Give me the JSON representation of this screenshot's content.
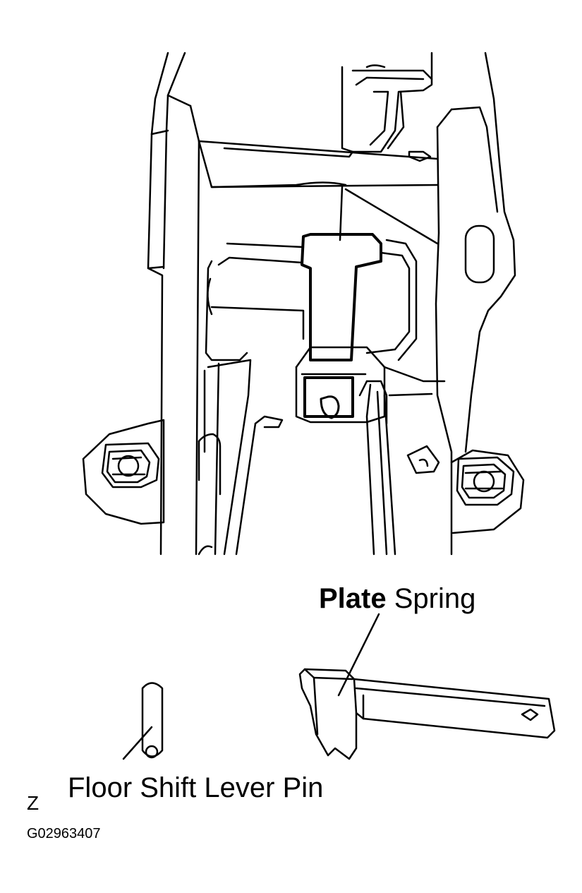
{
  "labels": {
    "plate_spring_bold": "Plate",
    "plate_spring_rest": " Spring",
    "floor_shift_lever_pin": "Floor Shift Lever Pin",
    "corner_mark": "Z",
    "figure_code": "G02963407"
  },
  "colors": {
    "line": "#000000",
    "background": "#ffffff"
  }
}
